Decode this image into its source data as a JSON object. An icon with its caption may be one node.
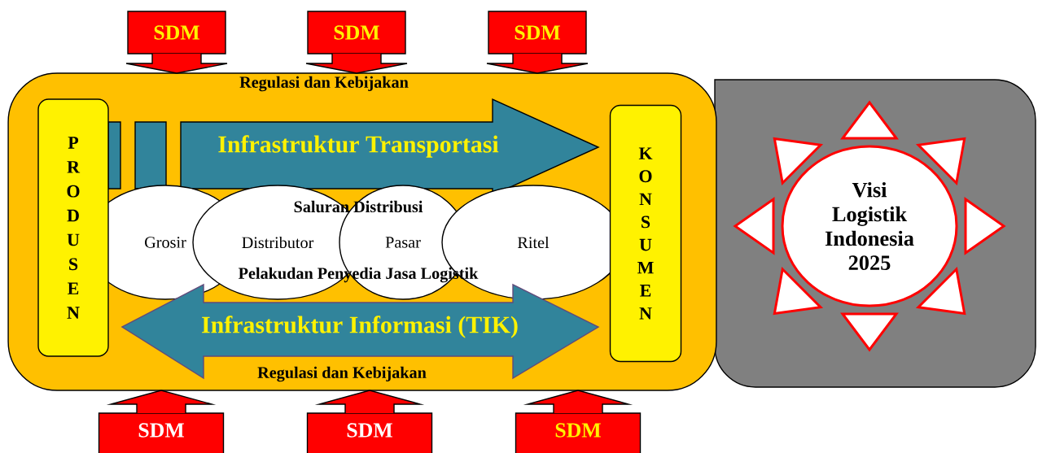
{
  "diagram": {
    "nodes": [
      {
        "text": [
          "Regulasi dan Kebijakan",
          "Regulasi dan Kebijakan"
        ]
      },
      {
        "text": [
          "P R O D U S E N"
        ],
        "in": 0
      },
      {
        "text": [
          "Infrastruktur Transportasi"
        ],
        "in": 0
      },
      {
        "text": [
          "Grosir"
        ],
        "in": 0
      },
      {
        "text": [
          "Distributor"
        ],
        "in": 0
      },
      {
        "text": [
          "Pasar"
        ],
        "in": 0
      },
      {
        "text": [
          "Ritel"
        ],
        "in": 0
      },
      {
        "text": [
          "Infrastruktur Informasi (TIK)"
        ],
        "in": 0
      },
      {
        "text": [
          "K O N S U M E N"
        ],
        "in": 0
      },
      {
        "text": [],
        "shape": "box"
      },
      {
        "text": [
          "Visi Logistik Indonesia 2025"
        ],
        "in": 9
      },
      {
        "text": [
          "SDM"
        ]
      },
      {
        "text": [
          "SDM"
        ]
      },
      {
        "text": [
          "SDM"
        ]
      },
      {
        "text": [
          "SDM"
        ]
      },
      {
        "text": [
          "SDM"
        ]
      },
      {
        "text": [
          "SDM"
        ]
      }
    ],
    "edges": [
      {
        "from": 11,
        "to": 0,
        "arrow": "to"
      },
      {
        "from": 12,
        "to": 0,
        "arrow": "to"
      },
      {
        "from": 13,
        "to": 0,
        "arrow": "to"
      },
      {
        "from": 14,
        "to": 0,
        "arrow": "to"
      },
      {
        "from": 15,
        "to": 0,
        "arrow": "to"
      },
      {
        "from": 16,
        "to": 0,
        "arrow": "to"
      }
    ],
    "labels": [
      "Saluran Distribusi",
      "Pelakudan Penyedia Jasa Logistik"
    ]
  }
}
